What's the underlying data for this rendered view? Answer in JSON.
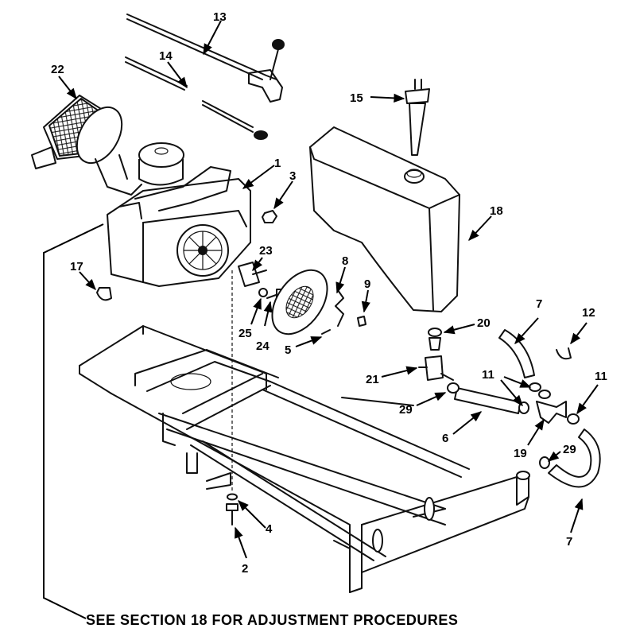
{
  "caption": "SEE SECTION 18 FOR ADJUSTMENT PROCEDURES",
  "callouts": {
    "c1": "1",
    "c2": "2",
    "c3": "3",
    "c4": "4",
    "c5": "5",
    "c6": "6",
    "c7a": "7",
    "c7b": "7",
    "c8": "8",
    "c9": "9",
    "c11a": "11",
    "c11b": "11",
    "c12": "12",
    "c13": "13",
    "c14": "14",
    "c15": "15",
    "c17": "17",
    "c18": "18",
    "c19": "19",
    "c20": "20",
    "c21": "21",
    "c22": "22",
    "c23": "23",
    "c24": "24",
    "c25": "25",
    "c29a": "29",
    "c29b": "29"
  }
}
